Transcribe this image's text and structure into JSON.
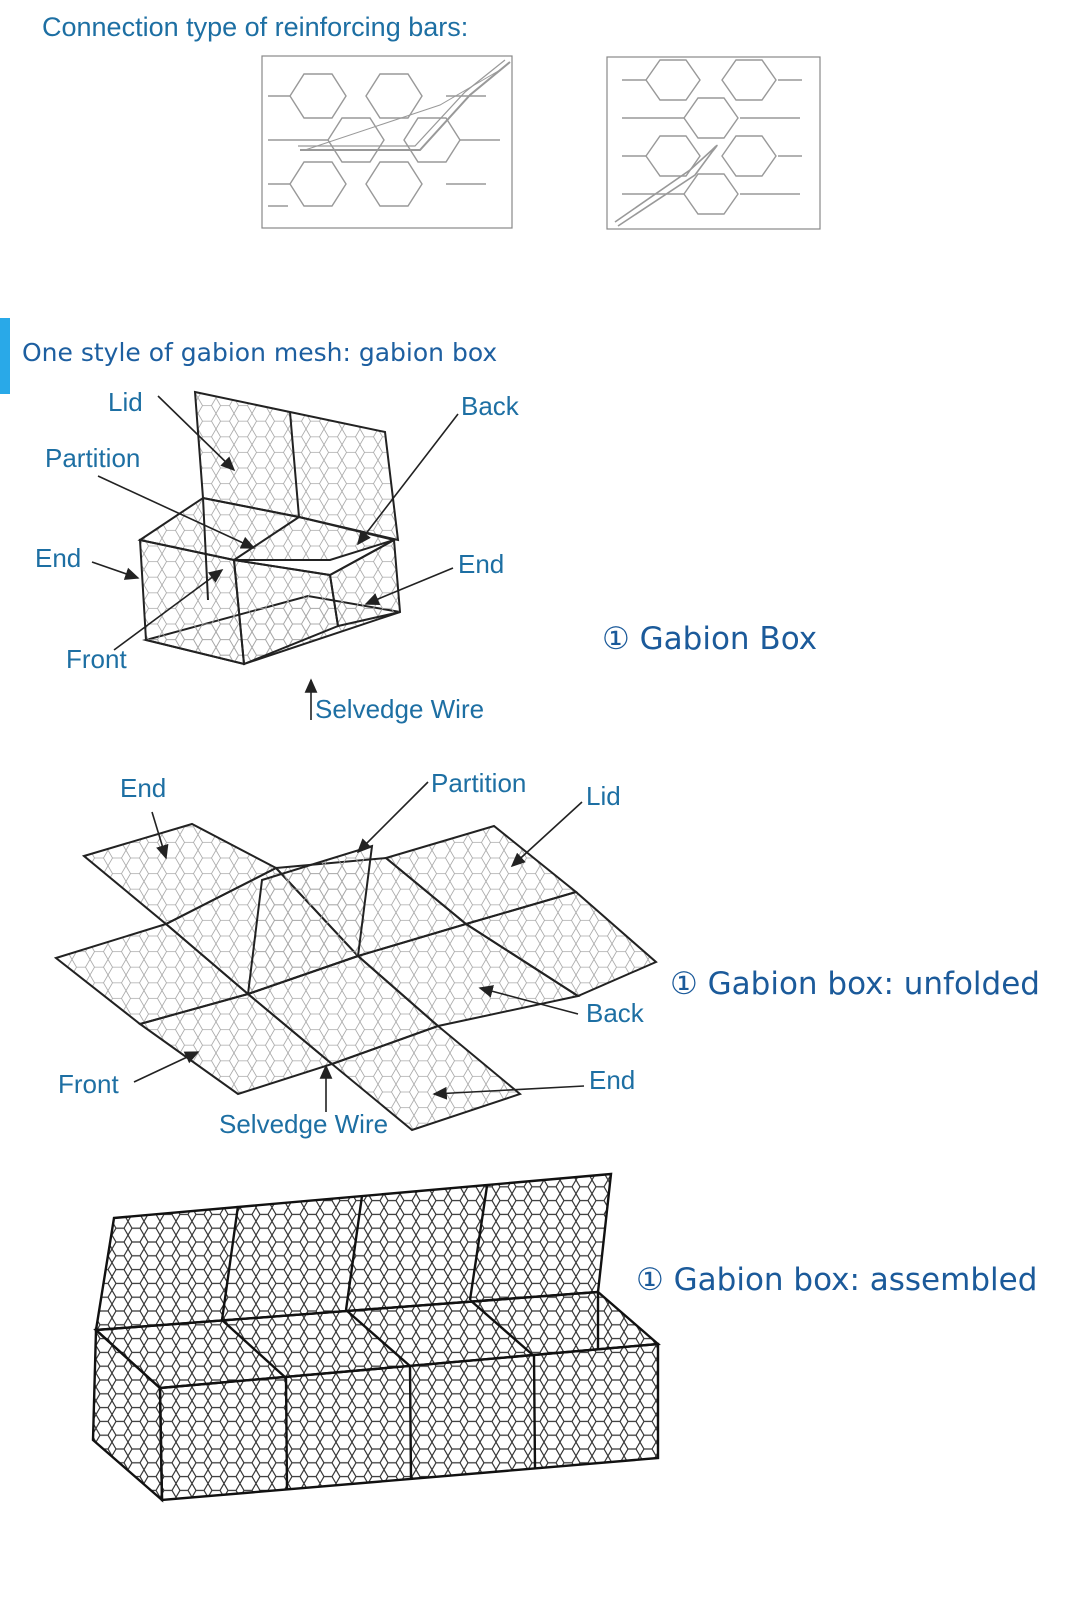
{
  "section1": {
    "title": "Connection type of reinforcing bars:"
  },
  "section2": {
    "title": "One style of gabion mesh: gabion box"
  },
  "figure_box": {
    "labels": {
      "lid": "Lid",
      "back": "Back",
      "partition": "Partition",
      "end_left": "End",
      "end_right": "End",
      "front": "Front",
      "selvedge": "Selvedge Wire"
    },
    "caption": "① Gabion Box"
  },
  "figure_unfolded": {
    "labels": {
      "end_top": "End",
      "partition": "Partition",
      "lid": "Lid",
      "back": "Back",
      "front": "Front",
      "end_bottom": "End",
      "selvedge": "Selvedge Wire"
    },
    "caption": "① Gabion box: unfolded"
  },
  "figure_assembled": {
    "caption": "① Gabion box: assembled"
  },
  "colors": {
    "text_blue": "#1d6fa3",
    "caption_blue": "#1b5a9a",
    "accent": "#29a9e8",
    "line": "#222222",
    "mesh": "#9a9a9a"
  }
}
